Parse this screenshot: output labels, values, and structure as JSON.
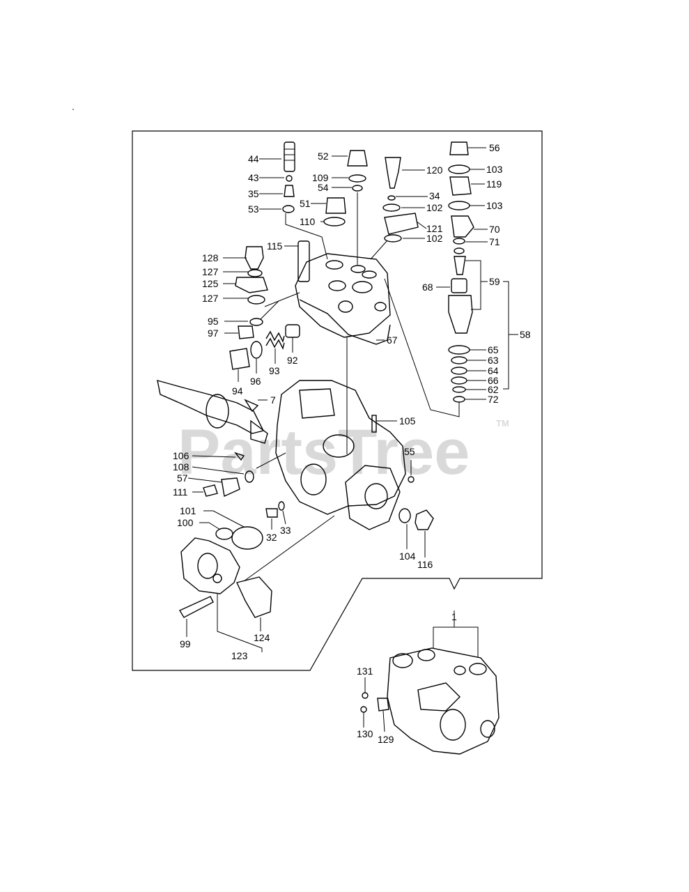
{
  "watermark": {
    "text": "PartsTree",
    "tm": "TM"
  },
  "callouts": {
    "c44": "44",
    "c43": "43",
    "c35": "35",
    "c53": "53",
    "c52": "52",
    "c109": "109",
    "c54": "54",
    "c51": "51",
    "c110": "110",
    "c120": "120",
    "c34": "34",
    "c102a": "102",
    "c121": "121",
    "c102b": "102",
    "c56": "56",
    "c103a": "103",
    "c119": "119",
    "c103b": "103",
    "c70": "70",
    "c71": "71",
    "c59": "59",
    "c68": "68",
    "c58": "58",
    "c65": "65",
    "c63": "63",
    "c64": "64",
    "c66": "66",
    "c62": "62",
    "c72": "72",
    "c128": "128",
    "c127a": "127",
    "c125": "125",
    "c127b": "127",
    "c115": "115",
    "c95": "95",
    "c97": "97",
    "c94": "94",
    "c96": "96",
    "c93": "93",
    "c92": "92",
    "c67": "67",
    "c7": "7",
    "c105": "105",
    "c55": "55",
    "c106": "106",
    "c108": "108",
    "c57": "57",
    "c111": "111",
    "c101": "101",
    "c100": "100",
    "c32": "32",
    "c33": "33",
    "c104": "104",
    "c116": "116",
    "c99": "99",
    "c124": "124",
    "c123": "123",
    "c1": "1",
    "c131": "131",
    "c130": "130",
    "c129": "129"
  }
}
